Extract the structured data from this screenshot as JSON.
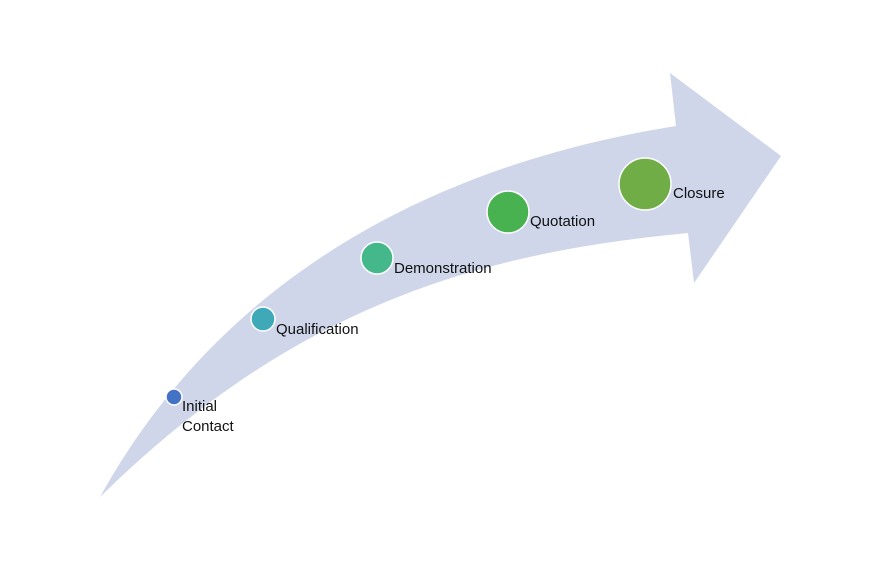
{
  "colors": {
    "background": "#ffffff",
    "arrow_fill": "#cfd6ea",
    "label_text": "#111111",
    "circle_stroke": "#ffffff"
  },
  "stages": [
    {
      "label_lines": [
        "Initial",
        "Contact"
      ],
      "color": "#4472c4",
      "icon": "blue-circle-marker"
    },
    {
      "label_lines": [
        "Qualification"
      ],
      "color": "#3fa9b8",
      "icon": "teal-circle-marker"
    },
    {
      "label_lines": [
        "Demonstration"
      ],
      "color": "#44b88a",
      "icon": "green-teal-circle-marker"
    },
    {
      "label_lines": [
        "Quotation"
      ],
      "color": "#48b250",
      "icon": "green-circle-marker"
    },
    {
      "label_lines": [
        "Closure"
      ],
      "color": "#70ad47",
      "icon": "olive-green-circle-marker"
    }
  ]
}
